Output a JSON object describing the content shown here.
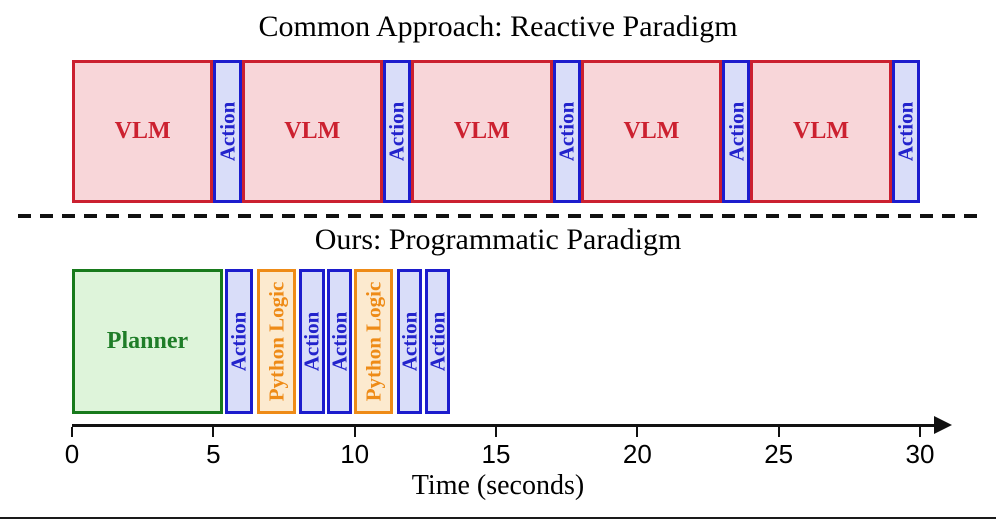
{
  "figure": {
    "top_title": "Common Approach: Reactive Paradigm",
    "bottom_title": "Ours: Programmatic Paradigm"
  },
  "axis": {
    "label": "Time (seconds)",
    "unit": "seconds",
    "min": 0,
    "max": 30,
    "ticks": [
      0,
      5,
      10,
      15,
      20,
      25,
      30
    ]
  },
  "colors": {
    "vlm_fill": "#f8d6d9",
    "vlm_border": "#cb2030",
    "vlm_text": "#cc2130",
    "action_fill": "#d9ddf9",
    "action_border": "#1c1ccd",
    "action_text": "#2323cc",
    "planner_fill": "#def4da",
    "planner_border": "#187a1c",
    "planner_text": "#1f7d28",
    "python_fill": "#fceacf",
    "python_border": "#ee8b17",
    "python_text": "#ee8b17",
    "axis_color": "#111111",
    "divider_color": "#111111"
  },
  "tracks": {
    "reactive": {
      "name": "Common Approach: Reactive Paradigm",
      "segments": [
        {
          "label": "VLM",
          "type": "vlm",
          "orientation": "horizontal",
          "start": 0,
          "end": 5
        },
        {
          "label": "Action",
          "type": "action",
          "orientation": "vertical",
          "start": 5,
          "end": 6
        },
        {
          "label": "VLM",
          "type": "vlm",
          "orientation": "horizontal",
          "start": 6,
          "end": 11
        },
        {
          "label": "Action",
          "type": "action",
          "orientation": "vertical",
          "start": 11,
          "end": 12
        },
        {
          "label": "VLM",
          "type": "vlm",
          "orientation": "horizontal",
          "start": 12,
          "end": 17
        },
        {
          "label": "Action",
          "type": "action",
          "orientation": "vertical",
          "start": 17,
          "end": 18
        },
        {
          "label": "VLM",
          "type": "vlm",
          "orientation": "horizontal",
          "start": 18,
          "end": 23
        },
        {
          "label": "Action",
          "type": "action",
          "orientation": "vertical",
          "start": 23,
          "end": 24
        },
        {
          "label": "VLM",
          "type": "vlm",
          "orientation": "horizontal",
          "start": 24,
          "end": 29
        },
        {
          "label": "Action",
          "type": "action",
          "orientation": "vertical",
          "start": 29,
          "end": 30
        }
      ]
    },
    "programmatic": {
      "name": "Ours: Programmatic Paradigm",
      "segments": [
        {
          "label": "Planner",
          "type": "planner",
          "orientation": "horizontal",
          "start": 0,
          "end": 5.34
        },
        {
          "label": "Action",
          "type": "action",
          "orientation": "vertical",
          "start": 5.42,
          "end": 6.39
        },
        {
          "label": "Python Logic",
          "type": "python",
          "orientation": "vertical",
          "start": 6.54,
          "end": 7.93
        },
        {
          "label": "Action",
          "type": "action",
          "orientation": "vertical",
          "start": 8.03,
          "end": 8.95
        },
        {
          "label": "Action",
          "type": "action",
          "orientation": "vertical",
          "start": 9.02,
          "end": 9.9
        },
        {
          "label": "Python Logic",
          "type": "python",
          "orientation": "vertical",
          "start": 9.97,
          "end": 11.37
        },
        {
          "label": "Action",
          "type": "action",
          "orientation": "vertical",
          "start": 11.49,
          "end": 12.38
        },
        {
          "label": "Action",
          "type": "action",
          "orientation": "vertical",
          "start": 12.5,
          "end": 13.37
        }
      ]
    }
  }
}
